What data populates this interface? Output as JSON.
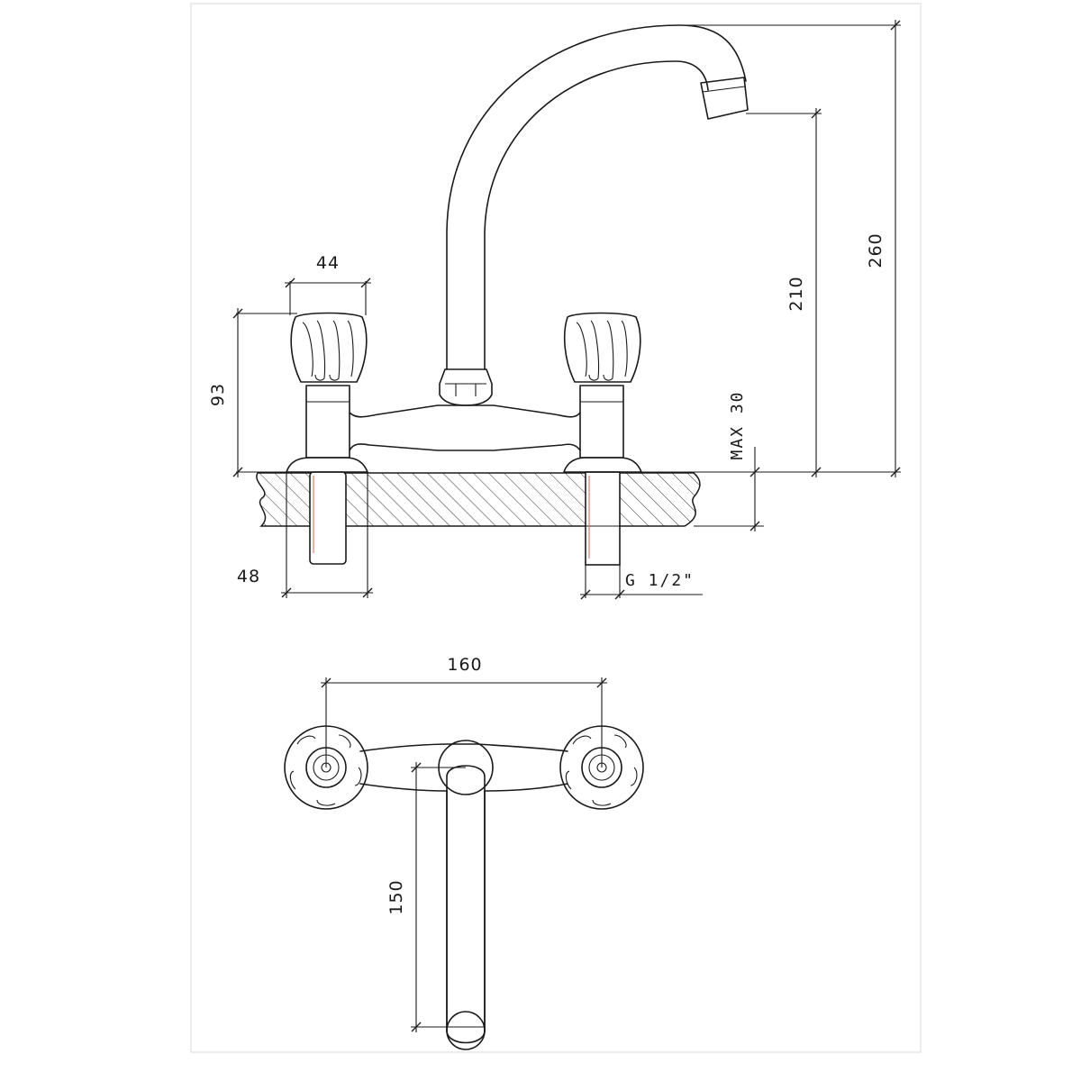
{
  "drawing": {
    "front_view": {
      "dimensions": {
        "handle_width": "44",
        "handle_height": "93",
        "base_width": "48",
        "connection": "G 1/2\"",
        "max_deck_thickness": "MAX 30",
        "spout_outlet_height": "210",
        "overall_height": "260"
      }
    },
    "top_view": {
      "dimensions": {
        "center_distance": "160",
        "spout_reach": "150"
      }
    },
    "colors": {
      "line": "#1a1a1a",
      "accent": "#c46a55",
      "frame": "#e6e6e6"
    }
  }
}
